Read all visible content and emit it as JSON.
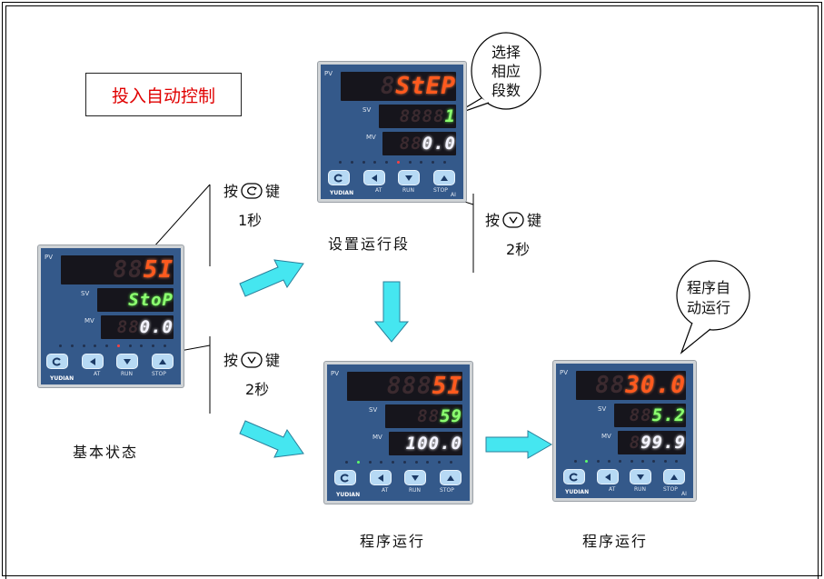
{
  "labels": {
    "auto_control": "投入自动控制",
    "press_set_key_prefix": "按",
    "press_set_key_suffix": "键",
    "press_set_key_time": "1秒",
    "press_down_key_prefix": "按",
    "press_down_key_suffix": "键",
    "press_down_key_time": "2秒",
    "press_down_key2_prefix": "按",
    "press_down_key2_suffix": "键",
    "press_down_key2_time": "2秒",
    "basic_state": "基本状态",
    "set_segment": "设置运行段",
    "program_run_1": "程序运行",
    "program_run_2": "程序运行"
  },
  "bubbles": {
    "select_segment": [
      "选择",
      "相应",
      "段数"
    ],
    "auto_run": [
      "程序自",
      "动运行"
    ]
  },
  "panel_tags": {
    "pv": "PV",
    "sv": "SV",
    "mv": "MV",
    "at": "AT",
    "run": "RUN",
    "stop": "STOP",
    "brand": "YUDIAN",
    "model": "AI"
  },
  "controllers": [
    {
      "id": "basic",
      "pv": "5I",
      "sv": "StoP",
      "mv": "0.0"
    },
    {
      "id": "step",
      "pv": "StEP",
      "sv": "1",
      "mv": "0.0"
    },
    {
      "id": "run1",
      "pv": "5I",
      "sv": "59",
      "mv": "100.0"
    },
    {
      "id": "run2",
      "pv": "30.0",
      "sv": "5.2",
      "mv": "99.9"
    }
  ],
  "colors": {
    "arrow_fill": "#45e6f0",
    "arrow_stroke": "#2a7f9a",
    "highlight_text": "#e00000",
    "panel_blue": "#34598a"
  }
}
